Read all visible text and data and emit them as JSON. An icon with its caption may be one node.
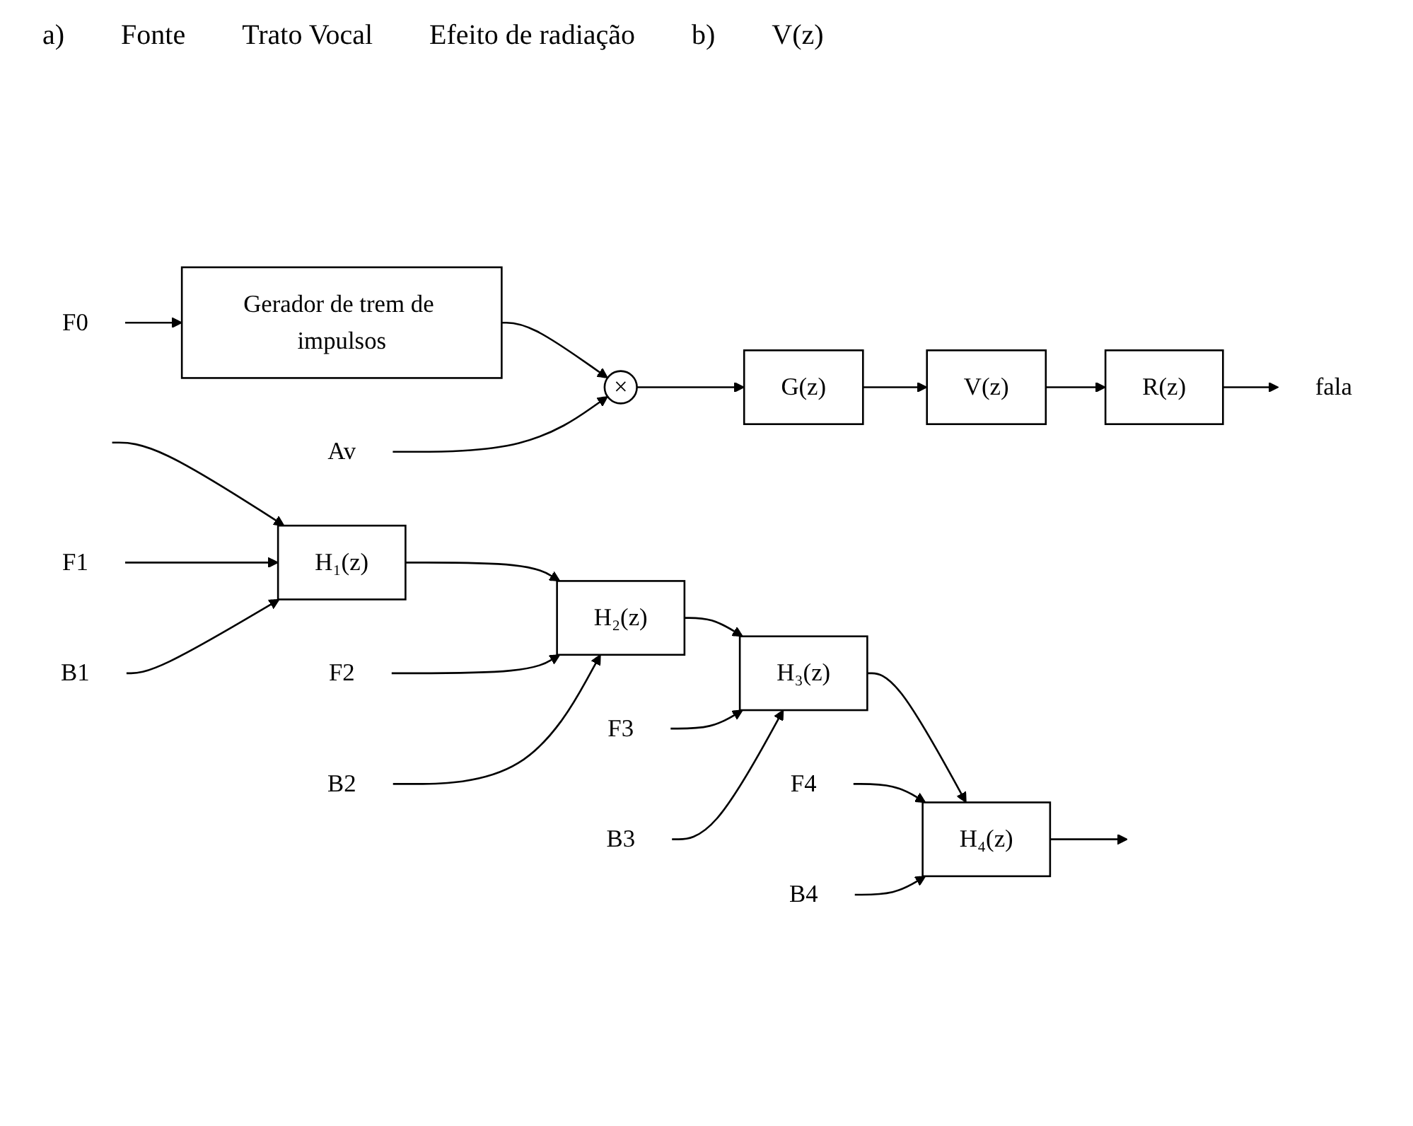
{
  "diagram": {
    "nodes": [
      {
        "text": [
          "F0"
        ]
      },
      {
        "text": [
          "Gerador de trem de impulsos"
        ]
      },
      {
        "text": [
          "×"
        ]
      },
      {
        "text": [
          "G(z)"
        ]
      },
      {
        "text": [
          "V(z)"
        ]
      },
      {
        "text": [
          "R(z)"
        ]
      },
      {
        "text": [
          "fala"
        ]
      },
      {
        "text": [
          "Av"
        ]
      },
      {
        "text": [
          "F1"
        ]
      },
      {
        "text": [
          "B1"
        ]
      },
      {
        "text": [
          "F2"
        ]
      },
      {
        "text": [
          "B2"
        ]
      },
      {
        "text": [
          "F3"
        ]
      },
      {
        "text": [
          "B3"
        ]
      },
      {
        "text": [
          "F4"
        ]
      },
      {
        "text": [
          "B4"
        ]
      },
      {
        "text": [
          "H₁(z)"
        ]
      },
      {
        "text": [
          "H₂(z)"
        ]
      },
      {
        "text": [
          "H₃(z)"
        ]
      },
      {
        "text": [
          "H₄(z)"
        ]
      }
    ],
    "edges": [
      {
        "from": 0,
        "to": 1,
        "arrow": "to"
      },
      {
        "from": 1,
        "to": 2,
        "arrow": "to"
      },
      {
        "from": 7,
        "to": 2,
        "arrow": "to"
      },
      {
        "from": 2,
        "to": 3,
        "arrow": "to"
      },
      {
        "from": 3,
        "to": 4,
        "arrow": "to"
      },
      {
        "from": 4,
        "to": 5,
        "arrow": "to"
      },
      {
        "from": 5,
        "to": 6,
        "arrow": "to"
      },
      {
        "from": null,
        "to": 16,
        "arrow": "to"
      },
      {
        "from": 8,
        "to": 16,
        "arrow": "to"
      },
      {
        "from": 9,
        "to": 16,
        "arrow": "to"
      },
      {
        "from": 16,
        "to": 17,
        "arrow": "to"
      },
      {
        "from": 10,
        "to": 17,
        "arrow": "to"
      },
      {
        "from": 11,
        "to": 17,
        "arrow": "to"
      },
      {
        "from": 17,
        "to": 18,
        "arrow": "to"
      },
      {
        "from": 12,
        "to": 18,
        "arrow": "to"
      },
      {
        "from": 13,
        "to": 18,
        "arrow": "to"
      },
      {
        "from": 18,
        "to": 19,
        "arrow": "to"
      },
      {
        "from": 14,
        "to": 19,
        "arrow": "to"
      },
      {
        "from": 15,
        "to": 19,
        "arrow": "to"
      },
      {
        "from": 19,
        "to": null,
        "arrow": "to"
      }
    ],
    "labels": [
      "a)",
      "Fonte",
      "Trato Vocal",
      "Efeito de radiação",
      "b)",
      "V(z)"
    ]
  }
}
